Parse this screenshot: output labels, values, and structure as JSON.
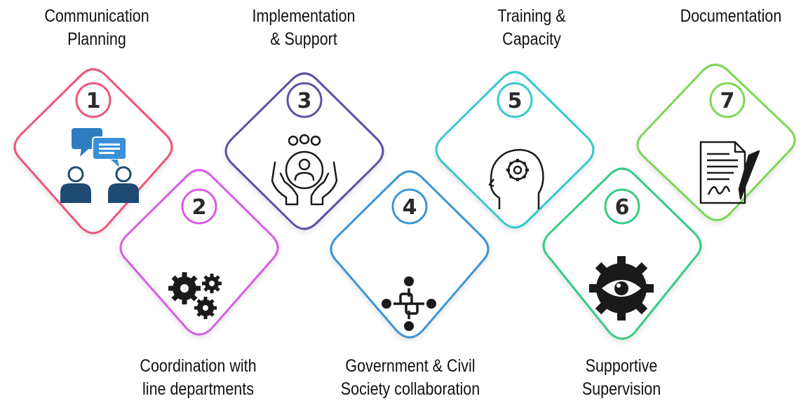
{
  "steps": [
    {
      "number": "1",
      "label_lines": [
        "Communication",
        "Planning"
      ],
      "color": "#ee5578",
      "icon": "chat-users-icon"
    },
    {
      "number": "2",
      "label_lines": [
        "Coordination with",
        "line departments"
      ],
      "color": "#d95be6",
      "icon": "gears-icon"
    },
    {
      "number": "3",
      "label_lines": [
        "Implementation",
        "& Support"
      ],
      "color": "#5e4ea8",
      "icon": "hands-support-icon"
    },
    {
      "number": "4",
      "label_lines": [
        "Government & Civil",
        "Society collaboration"
      ],
      "color": "#3b95d6",
      "icon": "collaboration-icon"
    },
    {
      "number": "5",
      "label_lines": [
        "Training &",
        "Capacity"
      ],
      "color": "#35c9cf",
      "icon": "head-gear-icon"
    },
    {
      "number": "6",
      "label_lines": [
        "Supportive",
        "Supervision"
      ],
      "color": "#36cc85",
      "icon": "gear-eye-icon"
    },
    {
      "number": "7",
      "label_lines": [
        "Documentation"
      ],
      "color": "#79d955",
      "icon": "signed-document-icon"
    }
  ]
}
